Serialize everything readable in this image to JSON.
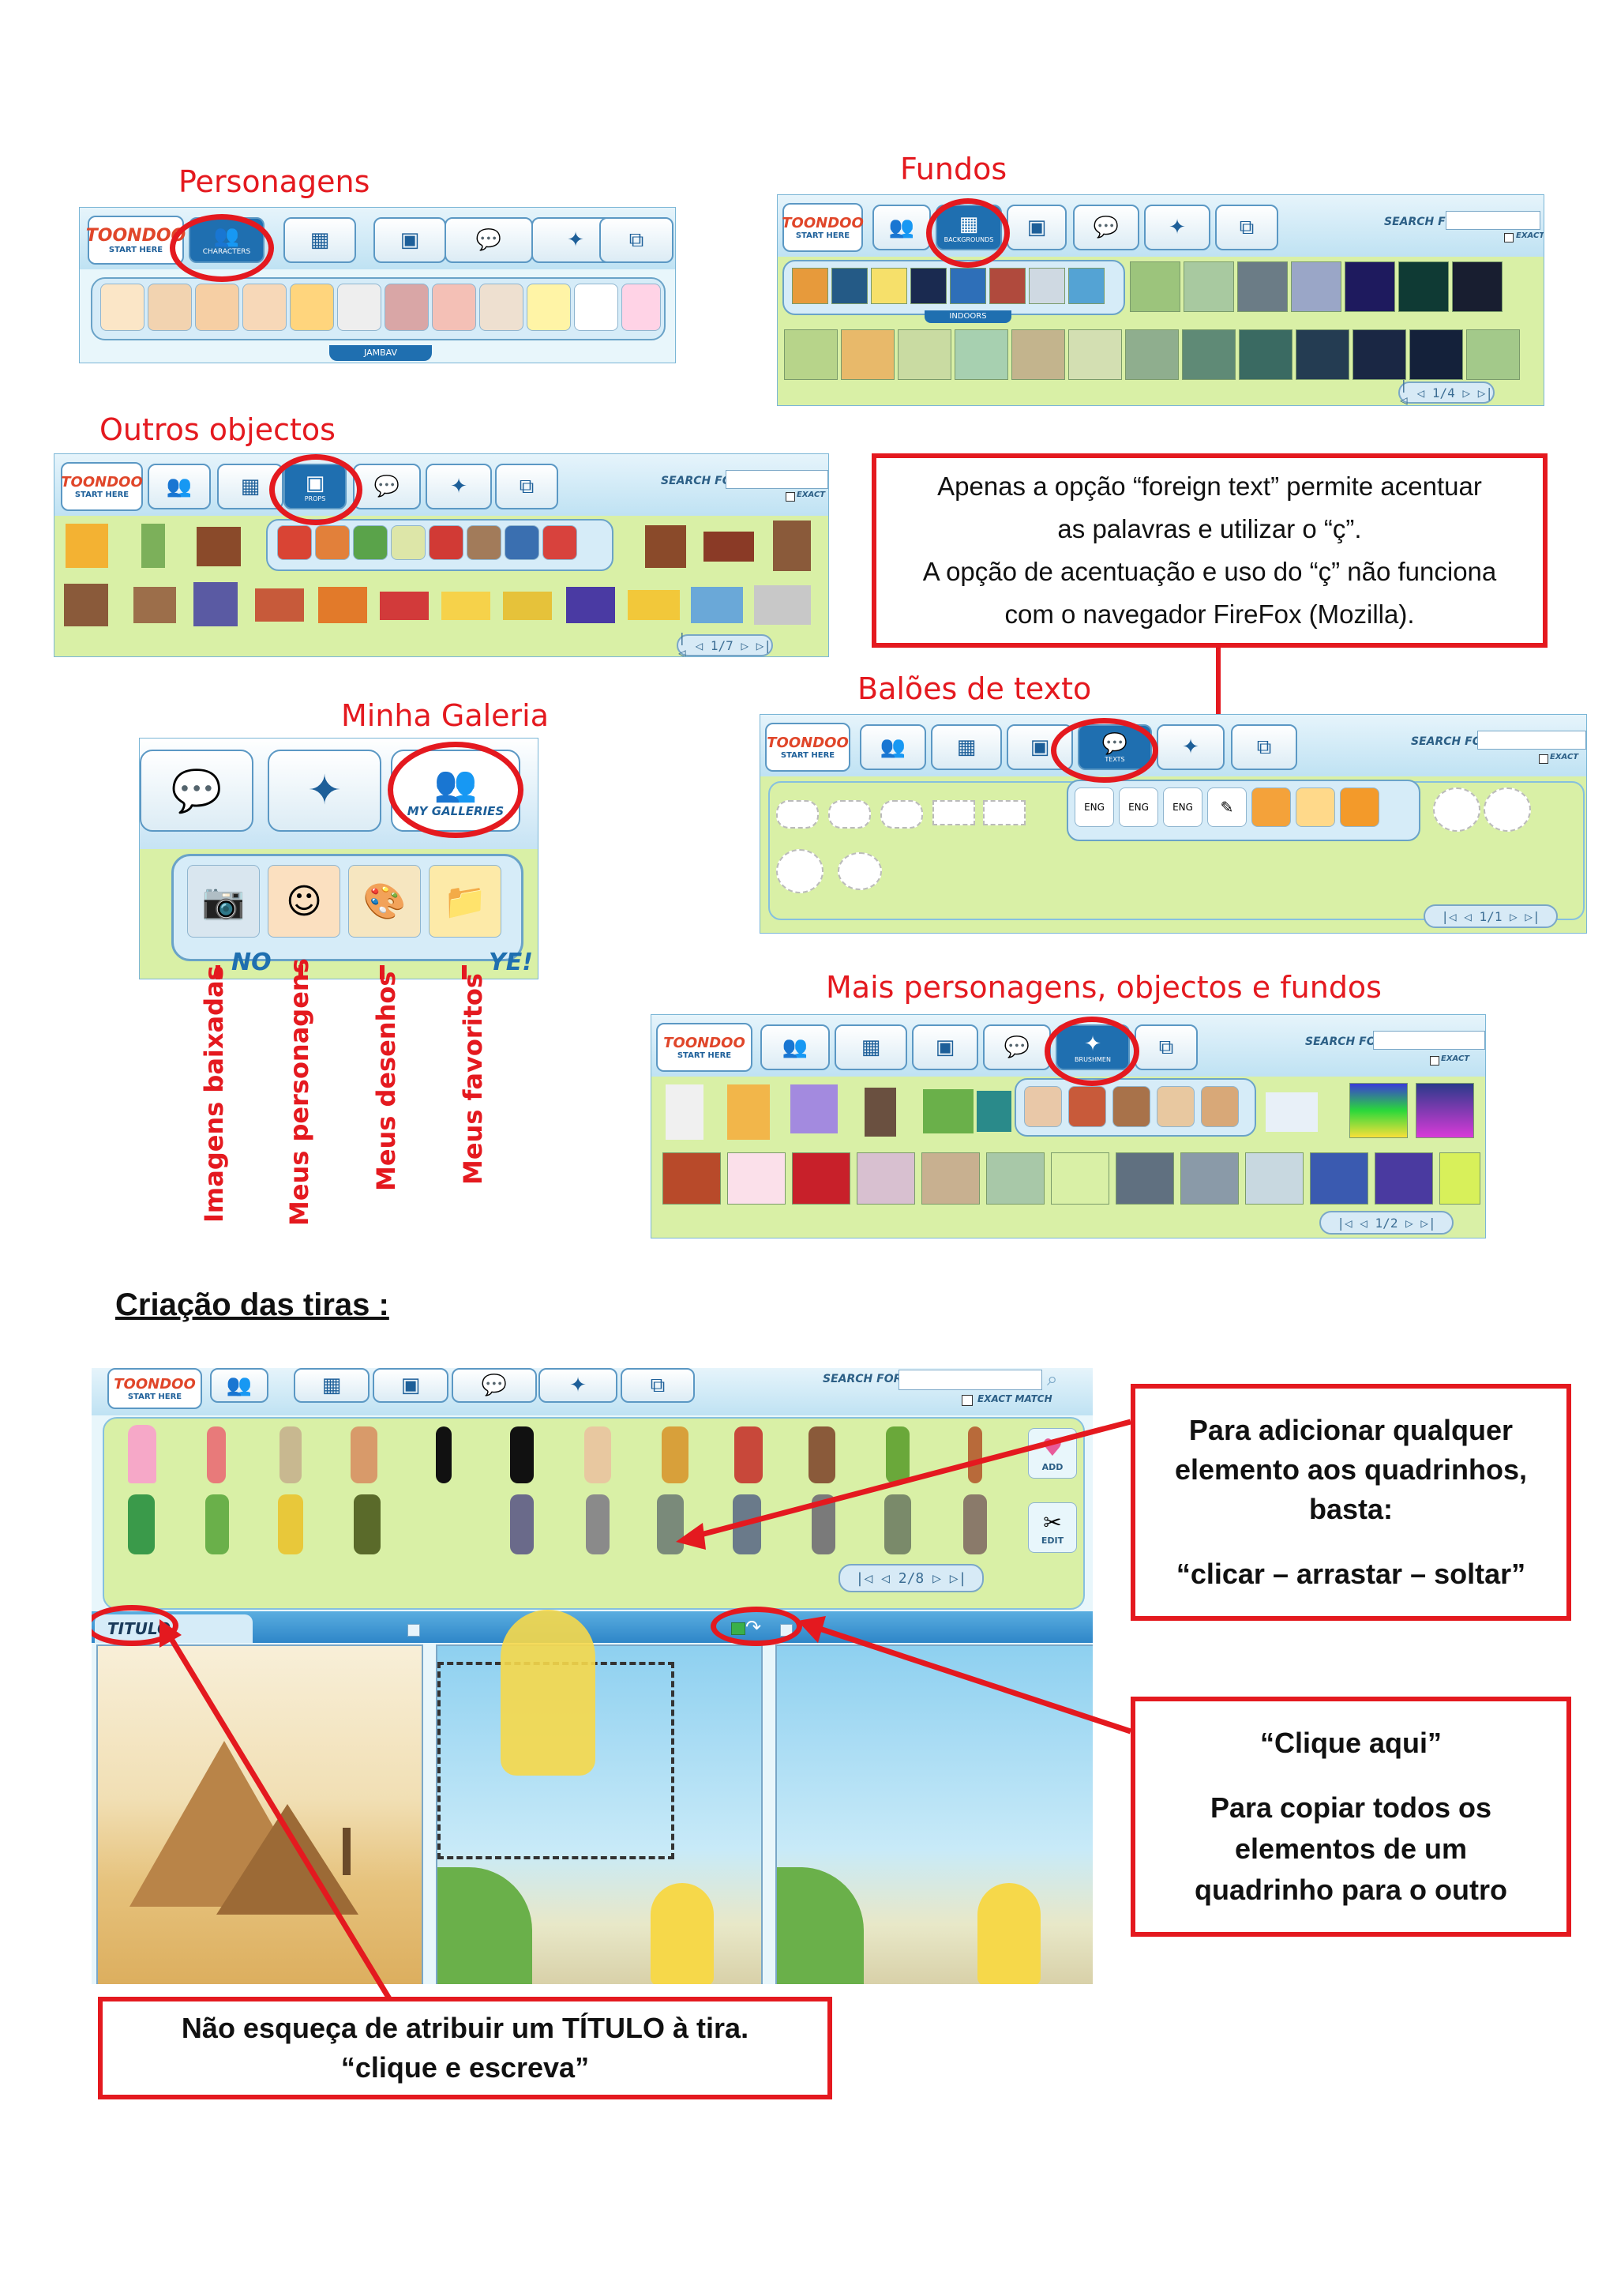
{
  "sections": {
    "personagens": {
      "title": "Personagens",
      "logo_text": "TOONDOO",
      "logo_sub": "START HERE",
      "tab_label": "CHARACTERS",
      "category_label": "JAMBAV"
    },
    "fundos": {
      "title": "Fundos",
      "tab_label": "BACKGROUNDS",
      "category_label": "INDOORS",
      "search_label": "SEARCH FOR",
      "exact_label": "EXACT",
      "pager": "1/4"
    },
    "outros": {
      "title": "Outros objectos",
      "tab_label": "PROPS",
      "search_label": "SEARCH FOR",
      "exact_label": "EXACT",
      "pager": "1/7"
    },
    "galeria": {
      "title": "Minha Galeria",
      "tab_label": "MY GALLERIES",
      "left_text": "NO",
      "right_text": "YE!"
    },
    "baloes": {
      "title": "Balões de texto",
      "tab_label": "TEXTS",
      "search_label": "SEARCH FOR",
      "exact_label": "EXACT",
      "pager": "1/1",
      "eng_labels": [
        "ENG",
        "ENG",
        "ENG"
      ]
    },
    "mais": {
      "title": "Mais personagens, objectos e fundos",
      "tab_label": "BRUSHMEN",
      "search_label": "SEARCH FOR",
      "exact_label": "EXACT",
      "pager": "1/2"
    }
  },
  "note_box": {
    "lines": [
      "Apenas a opção “foreign text” permite acentuar",
      "as palavras e utilizar o “ç”.",
      "A opção de acentuação e uso do “ç” não funciona",
      "com o navegador FireFox (Mozilla)."
    ]
  },
  "gallery_labels": [
    "Imagens baixadas",
    "Meus personagens",
    "Meus desenhos",
    "Meus favoritos"
  ],
  "creation": {
    "heading": "Criação das tiras :",
    "search_label": "SEARCH FOR",
    "exact_label": "EXACT MATCH",
    "add_label": "ADD",
    "edit_label": "EDIT",
    "pager": "2/8",
    "titulo_label": "TITULO"
  },
  "callouts": {
    "add": {
      "line1": "Para adicionar qualquer",
      "line2": "elemento aos quadrinhos,",
      "line3": "basta:",
      "action": "“clicar – arrastar – soltar”"
    },
    "copy": {
      "title": "“Clique aqui”",
      "line1": "Para copiar todos os",
      "line2": "elementos de um",
      "line3": "quadrinho para o outro"
    },
    "title_box": {
      "line1": "Não esqueça de atribuir um TÍTULO à tira.",
      "line2": "“clique e escreva”"
    }
  },
  "colors": {
    "accent_red": "#e4191f",
    "toolbar_blue": "#1f6fb0",
    "panel_green": "#d9f0a6",
    "sky": "#a9d9f0"
  }
}
